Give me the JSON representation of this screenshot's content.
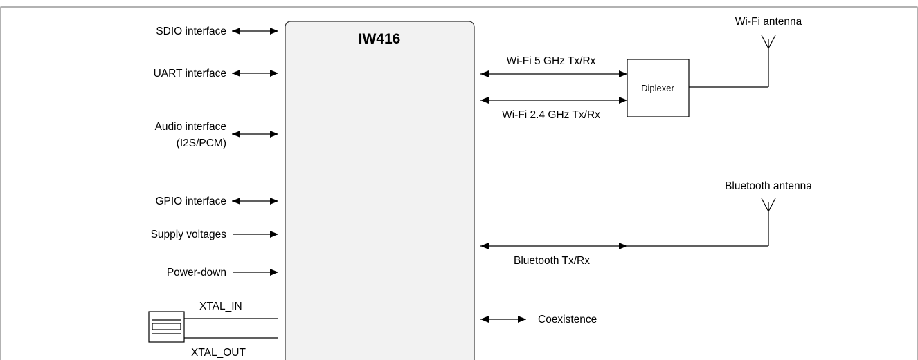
{
  "chip": {
    "name": "IW416",
    "fill": "#f2f2f2"
  },
  "left_interfaces": {
    "sdio": "SDIO interface",
    "uart": "UART interface",
    "audio_line1": "Audio interface",
    "audio_line2": "(I2S/PCM)",
    "gpio": "GPIO interface",
    "supply": "Supply voltages",
    "powerdown": "Power-down",
    "xtal_in": "XTAL_IN",
    "xtal_out": "XTAL_OUT"
  },
  "right_side": {
    "wifi5": "Wi-Fi 5  GHz Tx/Rx",
    "wifi24": "Wi-Fi 2.4 GHz Tx/Rx",
    "diplexer": "Diplexer",
    "wifi_antenna": "Wi-Fi antenna",
    "bt_antenna": "Bluetooth antenna",
    "bt": "Bluetooth Tx/Rx",
    "coex": "Coexistence"
  }
}
